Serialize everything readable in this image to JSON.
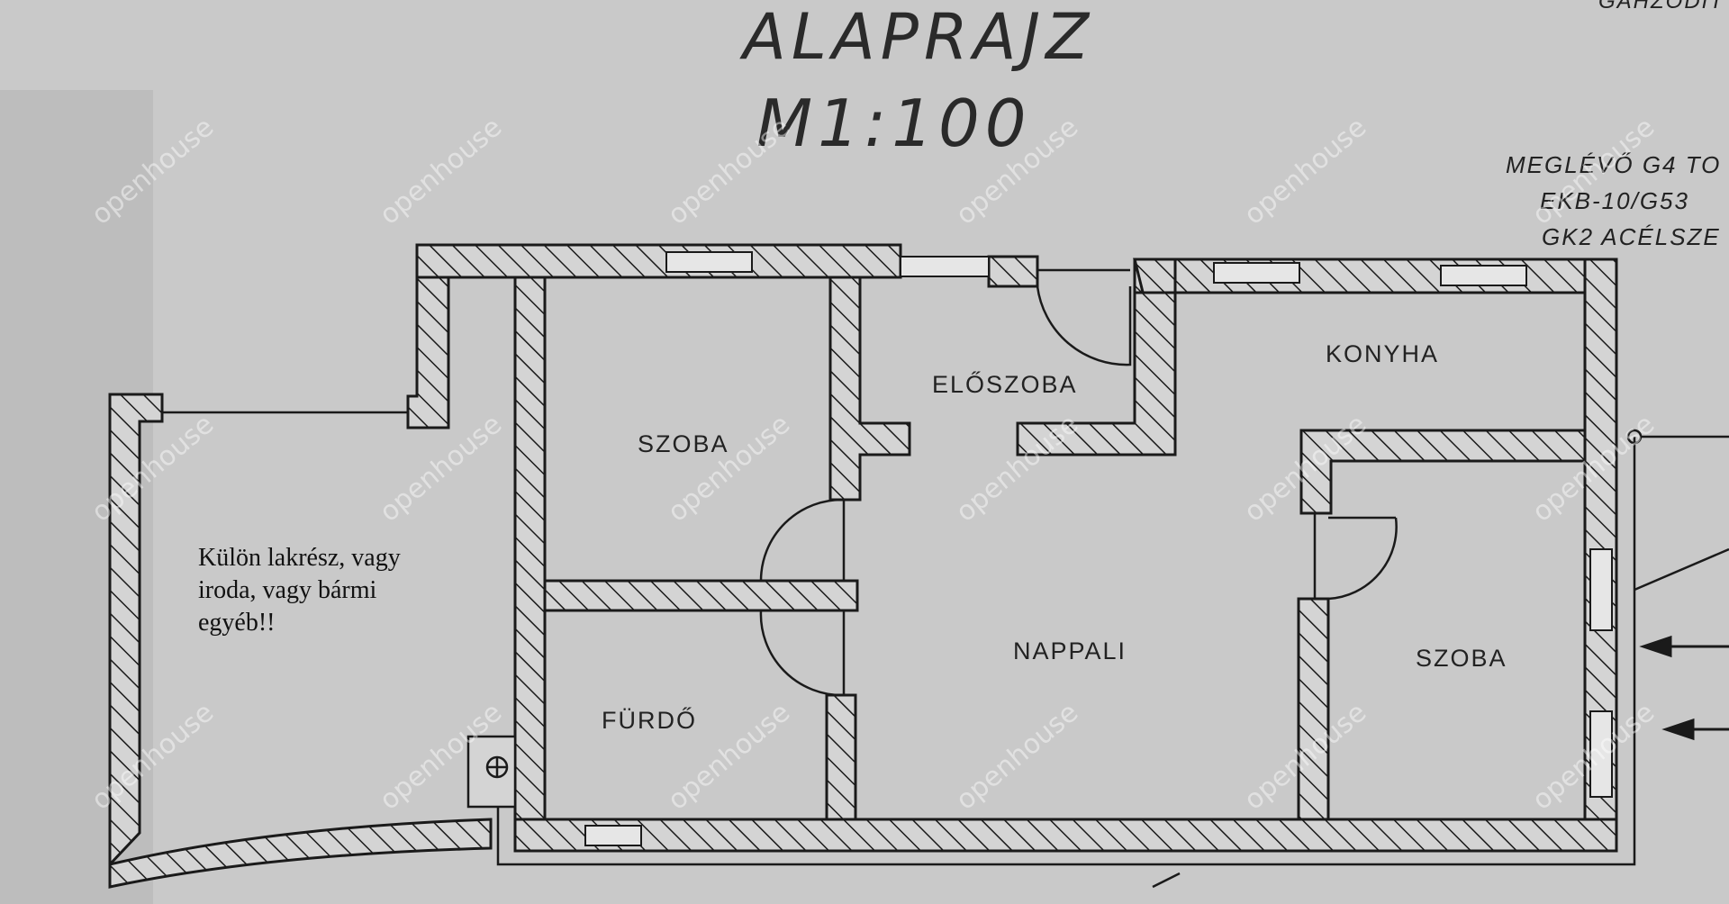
{
  "title": {
    "line1": "ALAPRAJZ",
    "line2": "M1:100"
  },
  "top_right_fragment": "GAHZODIT",
  "side_note": [
    "MEGLÉVŐ G4 TO",
    "EKB-10/G53",
    "GK2 ACÉLSZE"
  ],
  "rooms": {
    "szoba_left": "SZOBA",
    "furdo": "FÜRDŐ",
    "eloszoba": "ELŐSZOBA",
    "nappali": "NAPPALI",
    "konyha": "KONYHA",
    "szoba_right": "SZOBA"
  },
  "handwritten_note": [
    "Külön lakrész, vagy",
    "iroda, vagy bármi",
    "egyéb!!"
  ],
  "watermark_text": "openhouse",
  "colors": {
    "paper": "#c9c9c9",
    "ink": "#1a1a1a",
    "wall_fill": "#d4d4d4"
  }
}
